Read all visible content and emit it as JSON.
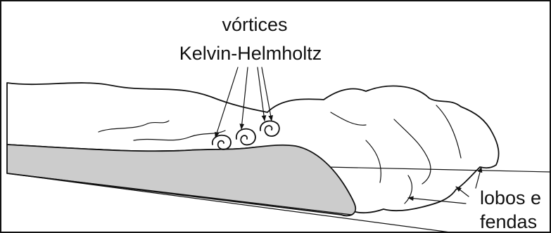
{
  "labels": {
    "vortices_line1": "vórtices",
    "vortices_line2": "Kelvin-Helmholtz",
    "lobes_line1": "lobos e",
    "lobes_line2": "fendas"
  },
  "colors": {
    "ink": "#111111",
    "head_fill": "#cccccc",
    "cloud_fill": "#ffffff",
    "background": "#ffffff"
  }
}
